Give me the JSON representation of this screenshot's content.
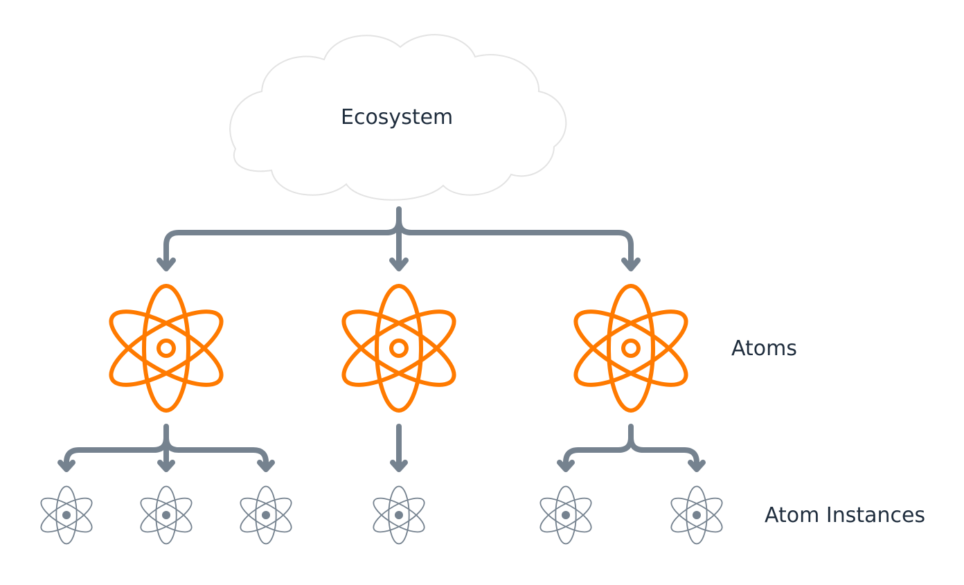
{
  "diagram": {
    "ecosystem_label": "Ecosystem",
    "atoms_label": "Atoms",
    "instances_label": "Atom Instances"
  },
  "colors": {
    "atom": "#ff7a00",
    "instance": "#75828f",
    "connector": "#75828f",
    "text": "#1f2d3d",
    "cloud_stroke": "#e6e6e6"
  },
  "icons": {
    "cloud": "cloud-icon",
    "atom": "atom-icon",
    "arrow": "arrow-down-icon"
  }
}
